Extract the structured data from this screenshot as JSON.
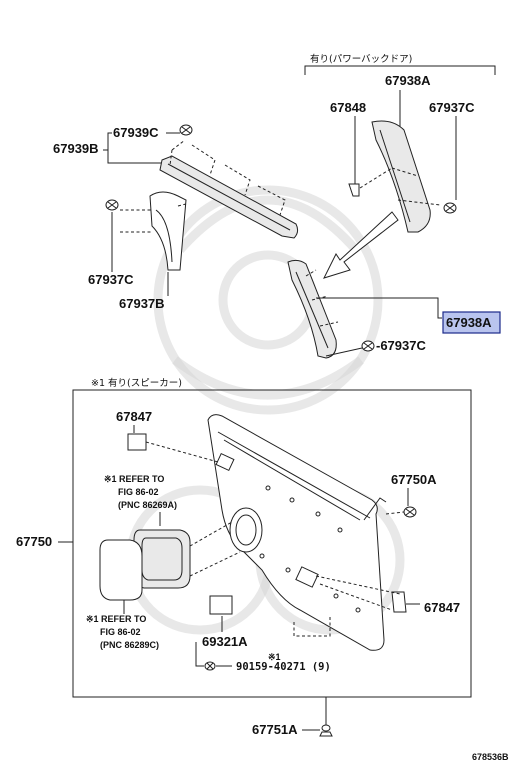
{
  "header_notes": {
    "power_back_door": "有り(パワーバックドア)",
    "speaker": "※1 有り(スピーカー)"
  },
  "part_numbers": {
    "p67938A_top": "67938A",
    "p67848": "67848",
    "p67937C_top": "67937C",
    "p67939C": "67939C",
    "p67939B": "67939B",
    "p67937C_left": "67937C",
    "p67937B": "67937B",
    "p67938A_highlight": "67938A",
    "p67937C_mid": "-67937C",
    "p67847_top": "67847",
    "p67750A": "67750A",
    "p67750": "67750",
    "p69321A": "69321A",
    "p67847_right": "67847",
    "p90159": "90159-40271 (9)",
    "p67751A": "67751A",
    "sup_mark": "※1"
  },
  "refer_notes": {
    "ref1_line1": "※1 REFER TO",
    "ref1_line2": "FIG 86-02",
    "ref1_line3": "(PNC 86269A)",
    "ref2_line1": "※1 REFER TO",
    "ref2_line2": "FIG 86-02",
    "ref2_line3": "(PNC 86289C)"
  },
  "figure_code": "678536B",
  "colors": {
    "highlight_fill": "#b9c4ee",
    "highlight_border": "#1c2a8a",
    "line": "#222222"
  }
}
